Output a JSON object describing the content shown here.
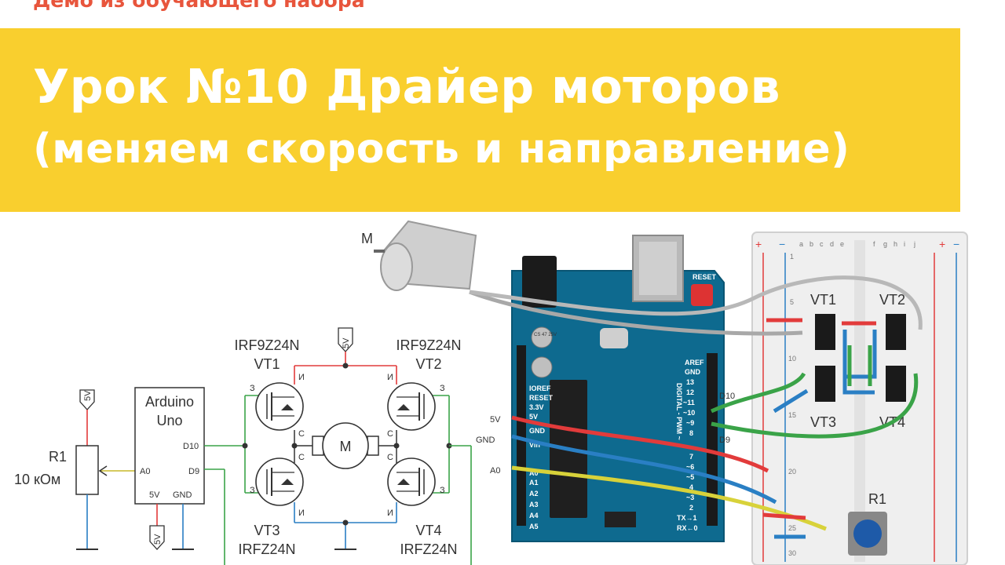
{
  "header": {
    "caption": "Демо из обучающего набора",
    "title_line1": "Урок №10 Драйер моторов",
    "title_line2": "(меняем скорость и направление)"
  },
  "schematic": {
    "potentiometer": {
      "ref": "R1",
      "value": "10 кОм",
      "supply": "5V"
    },
    "arduino": {
      "line1": "Arduino",
      "line2": "Uno",
      "pin_a0": "A0",
      "pin_d10": "D10",
      "pin_d9": "D9",
      "pin_5v": "5V",
      "pin_gnd": "GND",
      "supply": "5V"
    },
    "bridge_supply": "5V",
    "motor_symbol": "M",
    "transistors": [
      {
        "ref": "VT1",
        "part": "IRF9Z24N"
      },
      {
        "ref": "VT2",
        "part": "IRF9Z24N"
      },
      {
        "ref": "VT3",
        "part": "IRFZ24N"
      },
      {
        "ref": "VT4",
        "part": "IRFZ24N"
      }
    ],
    "pin_gate": "З",
    "pin_source": "И",
    "pin_drain": "С"
  },
  "photo": {
    "motor_label": "M",
    "pin_labels": {
      "v5": "5V",
      "gnd": "GND",
      "a0": "A0",
      "d10": "D10",
      "d9": "D9"
    },
    "breadboard_labels": {
      "vt1": "VT1",
      "vt2": "VT2",
      "vt3": "VT3",
      "vt4": "VT4",
      "r1": "R1"
    },
    "board_texts": {
      "reset": "RESET",
      "aref": "AREF",
      "gnd": "GND",
      "digital": "DIGITAL - PWM ~",
      "ioref": "IOREF",
      "reset2": "RESET",
      "v33": "3.3V",
      "v5": "5V",
      "gnd2": "GND",
      "vin": "Vin",
      "a0": "A0",
      "a1": "A1",
      "a2": "A2",
      "a3": "A3",
      "a4": "A4",
      "a5": "A5",
      "p13": "13",
      "p12": "12",
      "p11": "~11",
      "p10": "~10",
      "p9": "~9",
      "p8": "8",
      "p7": "7",
      "p6": "~6",
      "p5": "~5",
      "p4": "4",
      "p3": "~3",
      "p2": "2",
      "p1": "TX→1",
      "p0": "RX←0",
      "cap": "CS 47 25V"
    },
    "breadboard_letters_left": [
      "a",
      "b",
      "c",
      "d",
      "e"
    ],
    "breadboard_letters_right": [
      "f",
      "g",
      "h",
      "i",
      "j"
    ],
    "breadboard_rows": [
      "1",
      "5",
      "10",
      "15",
      "20",
      "25",
      "30"
    ]
  }
}
